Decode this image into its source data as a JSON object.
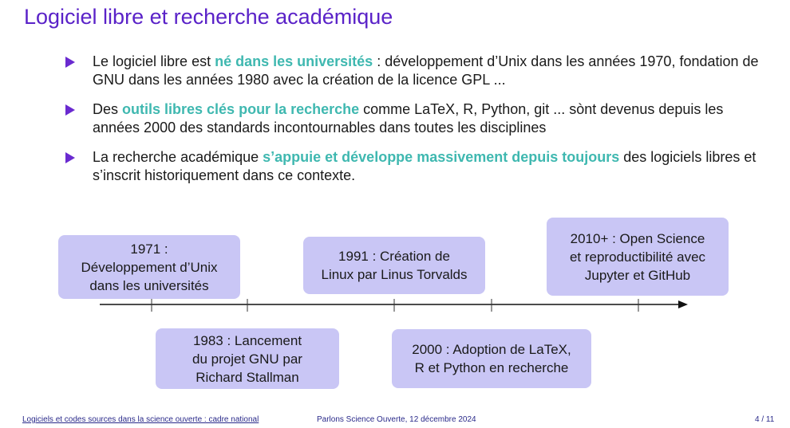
{
  "slide": {
    "title": "Logiciel libre et recherche académique",
    "bullets": [
      {
        "before": "Le logiciel libre est ",
        "highlight": "né dans les universités",
        "after": " : développement d’Unix dans les années 1970,  fondation de GNU dans les années 1980 avec la création de la licence GPL ..."
      },
      {
        "before": "Des ",
        "highlight": "outils libres clés pour la recherche",
        "after": " comme LaTeX, R, Python, git ... sònt devenus depuis les années 2000 des standards incontournables dans toutes les disciplines"
      },
      {
        "before": "La recherche académique ",
        "highlight": "s’appuie et développe massivement depuis toujours",
        "after": " des  logiciels libres et s’inscrit historiquement dans ce contexte."
      }
    ]
  },
  "timeline": {
    "events": [
      {
        "line1": "1971 :",
        "line2": "Développement d’Unix",
        "line3": "dans les universités"
      },
      {
        "line1": "1983 : Lancement",
        "line2": "du projet GNU par",
        "line3": "Richard Stallman"
      },
      {
        "line1": "1991 : Création de",
        "line2": "Linux par Linus Torvalds",
        "line3": ""
      },
      {
        "line1": "2000 : Adoption de LaTeX,",
        "line2": "R et Python en recherche",
        "line3": ""
      },
      {
        "line1": "2010+ : Open Science",
        "line2": "et reproductibilité avec",
        "line3": "Jupyter et GitHub"
      }
    ]
  },
  "footer": {
    "link_text": "Logiciels et codes sources dans la science ouverte : cadre national",
    "event_text": "Parlons Science Ouverte, 12 décembre 2024",
    "page_indicator": "4 / 11"
  },
  "colors": {
    "title": "#5a22c8",
    "highlight": "#3fb8b0",
    "bullet_marker": "#6a2ad0",
    "event_box": "#c9c6f5",
    "footer": "#2a2a8a"
  }
}
